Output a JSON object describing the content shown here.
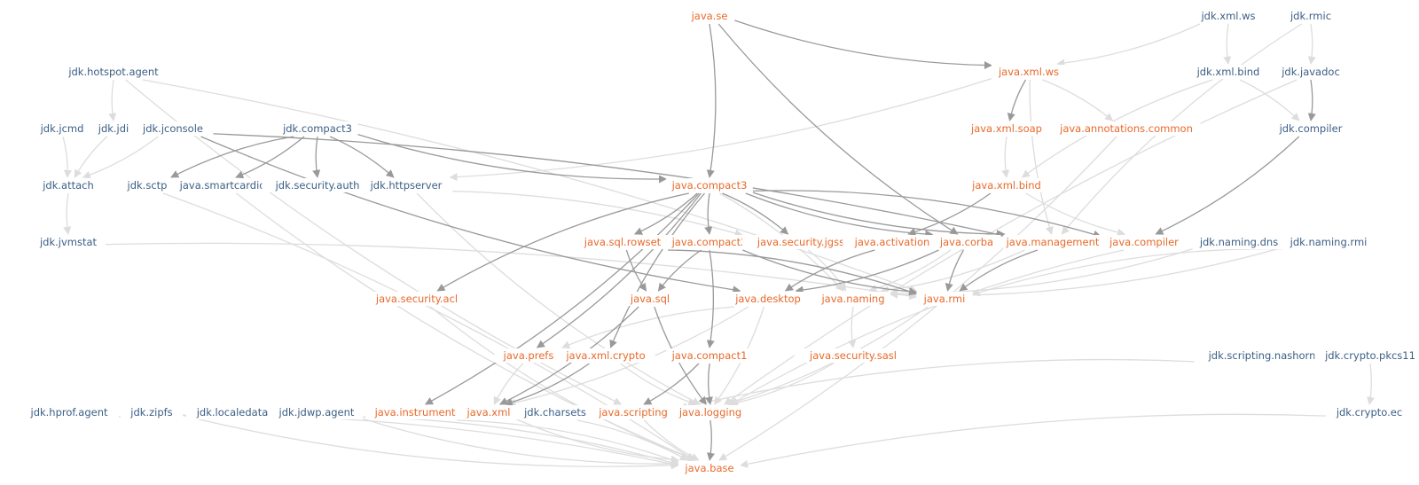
{
  "colors": {
    "java_module": "#e8692a",
    "jdk_module": "#3b5f85",
    "edge_strong": "#999999",
    "edge_weak": "#dddddd"
  },
  "nodes": [
    {
      "id": "java_se",
      "label": "java.se",
      "kind": "java"
    },
    {
      "id": "jdk_xml_ws",
      "label": "jdk.xml.ws",
      "kind": "jdk"
    },
    {
      "id": "jdk_rmic",
      "label": "jdk.rmic",
      "kind": "jdk"
    },
    {
      "id": "jdk_hotspot_agent",
      "label": "jdk.hotspot.agent",
      "kind": "jdk"
    },
    {
      "id": "java_xml_ws",
      "label": "java.xml.ws",
      "kind": "java"
    },
    {
      "id": "jdk_xml_bind",
      "label": "jdk.xml.bind",
      "kind": "jdk"
    },
    {
      "id": "jdk_javadoc",
      "label": "jdk.javadoc",
      "kind": "jdk"
    },
    {
      "id": "jdk_jcmd",
      "label": "jdk.jcmd",
      "kind": "jdk"
    },
    {
      "id": "jdk_jdi",
      "label": "jdk.jdi",
      "kind": "jdk"
    },
    {
      "id": "jdk_jconsole",
      "label": "jdk.jconsole",
      "kind": "jdk"
    },
    {
      "id": "jdk_compact3",
      "label": "jdk.compact3",
      "kind": "jdk"
    },
    {
      "id": "java_xml_soap",
      "label": "java.xml.soap",
      "kind": "java"
    },
    {
      "id": "java_annotations_common",
      "label": "java.annotations.common",
      "kind": "java"
    },
    {
      "id": "jdk_compiler",
      "label": "jdk.compiler",
      "kind": "jdk"
    },
    {
      "id": "jdk_attach",
      "label": "jdk.attach",
      "kind": "jdk"
    },
    {
      "id": "jdk_sctp",
      "label": "jdk.sctp",
      "kind": "jdk"
    },
    {
      "id": "java_smartcardio",
      "label": "java.smartcardio",
      "kind": "jdk"
    },
    {
      "id": "jdk_security_auth",
      "label": "jdk.security.auth",
      "kind": "jdk"
    },
    {
      "id": "jdk_httpserver",
      "label": "jdk.httpserver",
      "kind": "jdk"
    },
    {
      "id": "java_compact3",
      "label": "java.compact3",
      "kind": "java"
    },
    {
      "id": "java_xml_bind",
      "label": "java.xml.bind",
      "kind": "java"
    },
    {
      "id": "jdk_jvmstat",
      "label": "jdk.jvmstat",
      "kind": "jdk"
    },
    {
      "id": "java_sql_rowset",
      "label": "java.sql.rowset",
      "kind": "java"
    },
    {
      "id": "java_compact2",
      "label": "java.compact2",
      "kind": "java"
    },
    {
      "id": "java_security_jgss",
      "label": "java.security.jgss",
      "kind": "java"
    },
    {
      "id": "java_activation",
      "label": "java.activation",
      "kind": "java"
    },
    {
      "id": "java_corba",
      "label": "java.corba",
      "kind": "java"
    },
    {
      "id": "java_management",
      "label": "java.management",
      "kind": "java"
    },
    {
      "id": "java_compiler",
      "label": "java.compiler",
      "kind": "java"
    },
    {
      "id": "jdk_naming_dns",
      "label": "jdk.naming.dns",
      "kind": "jdk"
    },
    {
      "id": "jdk_naming_rmi",
      "label": "jdk.naming.rmi",
      "kind": "jdk"
    },
    {
      "id": "java_security_acl",
      "label": "java.security.acl",
      "kind": "java"
    },
    {
      "id": "java_sql",
      "label": "java.sql",
      "kind": "java"
    },
    {
      "id": "java_desktop",
      "label": "java.desktop",
      "kind": "java"
    },
    {
      "id": "java_naming",
      "label": "java.naming",
      "kind": "java"
    },
    {
      "id": "java_rmi",
      "label": "java.rmi",
      "kind": "java"
    },
    {
      "id": "java_prefs",
      "label": "java.prefs",
      "kind": "java"
    },
    {
      "id": "java_xml_crypto",
      "label": "java.xml.crypto",
      "kind": "java"
    },
    {
      "id": "java_compact1",
      "label": "java.compact1",
      "kind": "java"
    },
    {
      "id": "java_security_sasl",
      "label": "java.security.sasl",
      "kind": "java"
    },
    {
      "id": "jdk_scripting_nashorn",
      "label": "jdk.scripting.nashorn",
      "kind": "jdk"
    },
    {
      "id": "jdk_crypto_pkcs11",
      "label": "jdk.crypto.pkcs11",
      "kind": "jdk"
    },
    {
      "id": "jdk_hprof_agent",
      "label": "jdk.hprof.agent",
      "kind": "jdk"
    },
    {
      "id": "jdk_zipfs",
      "label": "jdk.zipfs",
      "kind": "jdk"
    },
    {
      "id": "jdk_localedata",
      "label": "jdk.localedata",
      "kind": "jdk"
    },
    {
      "id": "jdk_jdwp_agent",
      "label": "jdk.jdwp.agent",
      "kind": "jdk"
    },
    {
      "id": "java_instrument",
      "label": "java.instrument",
      "kind": "java"
    },
    {
      "id": "java_xml",
      "label": "java.xml",
      "kind": "java"
    },
    {
      "id": "jdk_charsets",
      "label": "jdk.charsets",
      "kind": "jdk"
    },
    {
      "id": "java_scripting",
      "label": "java.scripting",
      "kind": "java"
    },
    {
      "id": "java_logging",
      "label": "java.logging",
      "kind": "java"
    },
    {
      "id": "jdk_crypto_ec",
      "label": "jdk.crypto.ec",
      "kind": "jdk"
    },
    {
      "id": "java_base",
      "label": "java.base",
      "kind": "java"
    }
  ],
  "edges": [
    {
      "from": "java_se",
      "to": "java_xml_ws",
      "style": "strong"
    },
    {
      "from": "java_se",
      "to": "java_compact3",
      "style": "strong"
    },
    {
      "from": "java_se",
      "to": "java_corba",
      "style": "strong"
    },
    {
      "from": "jdk_xml_ws",
      "to": "java_xml_ws",
      "style": "weak"
    },
    {
      "from": "jdk_xml_ws",
      "to": "jdk_xml_bind",
      "style": "weak"
    },
    {
      "from": "jdk_rmic",
      "to": "jdk_javadoc",
      "style": "weak"
    },
    {
      "from": "jdk_rmic",
      "to": "java_management",
      "style": "weak"
    },
    {
      "from": "jdk_xml_bind",
      "to": "jdk_compiler",
      "style": "weak"
    },
    {
      "from": "jdk_xml_bind",
      "to": "java_xml_bind",
      "style": "weak"
    },
    {
      "from": "jdk_javadoc",
      "to": "jdk_compiler",
      "style": "strong"
    },
    {
      "from": "jdk_javadoc",
      "to": "java_logging",
      "style": "weak"
    },
    {
      "from": "jdk_compiler",
      "to": "java_compiler",
      "style": "strong"
    },
    {
      "from": "java_xml_ws",
      "to": "java_xml_soap",
      "style": "strong"
    },
    {
      "from": "java_xml_ws",
      "to": "java_annotations_common",
      "style": "weak"
    },
    {
      "from": "java_xml_ws",
      "to": "java_management",
      "style": "weak"
    },
    {
      "from": "java_xml_ws",
      "to": "jdk_httpserver",
      "style": "weak"
    },
    {
      "from": "java_xml_soap",
      "to": "java_xml_bind",
      "style": "weak"
    },
    {
      "from": "java_xml_bind",
      "to": "java_activation",
      "style": "strong"
    },
    {
      "from": "java_xml_bind",
      "to": "java_compiler",
      "style": "weak"
    },
    {
      "from": "java_annotations_common",
      "to": "java_base",
      "style": "weak"
    },
    {
      "from": "jdk_hotspot_agent",
      "to": "jdk_jdi",
      "style": "weak"
    },
    {
      "from": "jdk_hotspot_agent",
      "to": "java_rmi",
      "style": "weak"
    },
    {
      "from": "jdk_hotspot_agent",
      "to": "java_scripting",
      "style": "weak"
    },
    {
      "from": "jdk_jcmd",
      "to": "jdk_attach",
      "style": "weak"
    },
    {
      "from": "jdk_jdi",
      "to": "jdk_attach",
      "style": "weak"
    },
    {
      "from": "jdk_jconsole",
      "to": "jdk_attach",
      "style": "weak"
    },
    {
      "from": "jdk_jconsole",
      "to": "java_desktop",
      "style": "strong"
    },
    {
      "from": "jdk_jconsole",
      "to": "java_management",
      "style": "strong"
    },
    {
      "from": "jdk_attach",
      "to": "jdk_jvmstat",
      "style": "weak"
    },
    {
      "from": "jdk_jvmstat",
      "to": "java_rmi",
      "style": "weak"
    },
    {
      "from": "jdk_compact3",
      "to": "jdk_sctp",
      "style": "strong"
    },
    {
      "from": "jdk_compact3",
      "to": "java_smartcardio",
      "style": "strong"
    },
    {
      "from": "jdk_compact3",
      "to": "jdk_security_auth",
      "style": "strong"
    },
    {
      "from": "jdk_compact3",
      "to": "jdk_httpserver",
      "style": "strong"
    },
    {
      "from": "jdk_compact3",
      "to": "java_compact3",
      "style": "strong"
    },
    {
      "from": "jdk_sctp",
      "to": "java_base",
      "style": "weak"
    },
    {
      "from": "java_smartcardio",
      "to": "java_base",
      "style": "weak"
    },
    {
      "from": "jdk_security_auth",
      "to": "java_security_jgss",
      "style": "weak"
    },
    {
      "from": "jdk_httpserver",
      "to": "java_logging",
      "style": "weak"
    },
    {
      "from": "java_compact3",
      "to": "java_sql_rowset",
      "style": "strong"
    },
    {
      "from": "java_compact3",
      "to": "java_compact2",
      "style": "strong"
    },
    {
      "from": "java_compact3",
      "to": "java_security_jgss",
      "style": "strong"
    },
    {
      "from": "java_compact3",
      "to": "java_management",
      "style": "strong"
    },
    {
      "from": "java_compact3",
      "to": "java_compiler",
      "style": "strong"
    },
    {
      "from": "java_compact3",
      "to": "java_security_acl",
      "style": "strong"
    },
    {
      "from": "java_compact3",
      "to": "java_prefs",
      "style": "strong"
    },
    {
      "from": "java_compact3",
      "to": "java_xml_crypto",
      "style": "strong"
    },
    {
      "from": "java_compact3",
      "to": "java_instrument",
      "style": "strong"
    },
    {
      "from": "java_compact3",
      "to": "java_corba",
      "style": "strong"
    },
    {
      "from": "java_compact3",
      "to": "java_naming",
      "style": "weak"
    },
    {
      "from": "java_sql_rowset",
      "to": "java_sql",
      "style": "strong"
    },
    {
      "from": "java_sql_rowset",
      "to": "java_rmi",
      "style": "strong"
    },
    {
      "from": "java_compact2",
      "to": "java_sql",
      "style": "strong"
    },
    {
      "from": "java_compact2",
      "to": "java_compact1",
      "style": "strong"
    },
    {
      "from": "java_compact2",
      "to": "java_rmi",
      "style": "strong"
    },
    {
      "from": "java_security_jgss",
      "to": "java_naming",
      "style": "weak"
    },
    {
      "from": "java_activation",
      "to": "java_desktop",
      "style": "strong"
    },
    {
      "from": "java_corba",
      "to": "java_desktop",
      "style": "strong"
    },
    {
      "from": "java_corba",
      "to": "java_rmi",
      "style": "strong"
    },
    {
      "from": "java_corba",
      "to": "java_naming",
      "style": "weak"
    },
    {
      "from": "java_management",
      "to": "java_rmi",
      "style": "strong"
    },
    {
      "from": "java_management",
      "to": "java_naming",
      "style": "weak"
    },
    {
      "from": "java_compiler",
      "to": "java_logging",
      "style": "weak"
    },
    {
      "from": "jdk_naming_dns",
      "to": "java_naming",
      "style": "weak"
    },
    {
      "from": "jdk_naming_rmi",
      "to": "java_rmi",
      "style": "weak"
    },
    {
      "from": "jdk_naming_rmi",
      "to": "java_naming",
      "style": "weak"
    },
    {
      "from": "java_security_acl",
      "to": "java_base",
      "style": "weak"
    },
    {
      "from": "java_sql",
      "to": "java_xml",
      "style": "strong"
    },
    {
      "from": "java_sql",
      "to": "java_logging",
      "style": "strong"
    },
    {
      "from": "java_desktop",
      "to": "java_xml",
      "style": "weak"
    },
    {
      "from": "java_desktop",
      "to": "java_prefs",
      "style": "weak"
    },
    {
      "from": "java_desktop",
      "to": "java_logging",
      "style": "weak"
    },
    {
      "from": "java_naming",
      "to": "java_security_sasl",
      "style": "weak"
    },
    {
      "from": "java_rmi",
      "to": "java_logging",
      "style": "weak"
    },
    {
      "from": "java_prefs",
      "to": "java_xml",
      "style": "weak"
    },
    {
      "from": "java_xml_crypto",
      "to": "java_xml",
      "style": "strong"
    },
    {
      "from": "java_xml_crypto",
      "to": "java_logging",
      "style": "weak"
    },
    {
      "from": "java_compact1",
      "to": "java_scripting",
      "style": "strong"
    },
    {
      "from": "java_compact1",
      "to": "java_logging",
      "style": "strong"
    },
    {
      "from": "java_security_sasl",
      "to": "java_logging",
      "style": "weak"
    },
    {
      "from": "jdk_scripting_nashorn",
      "to": "java_scripting",
      "style": "weak"
    },
    {
      "from": "jdk_crypto_pkcs11",
      "to": "jdk_crypto_ec",
      "style": "weak"
    },
    {
      "from": "jdk_crypto_ec",
      "to": "java_base",
      "style": "weak"
    },
    {
      "from": "jdk_hprof_agent",
      "to": "java_base",
      "style": "weak"
    },
    {
      "from": "jdk_zipfs",
      "to": "java_base",
      "style": "weak"
    },
    {
      "from": "jdk_localedata",
      "to": "java_base",
      "style": "weak"
    },
    {
      "from": "jdk_jdwp_agent",
      "to": "java_base",
      "style": "weak"
    },
    {
      "from": "java_instrument",
      "to": "java_base",
      "style": "weak"
    },
    {
      "from": "java_xml",
      "to": "java_base",
      "style": "weak"
    },
    {
      "from": "jdk_charsets",
      "to": "java_base",
      "style": "weak"
    },
    {
      "from": "java_scripting",
      "to": "java_base",
      "style": "weak"
    },
    {
      "from": "java_logging",
      "to": "java_base",
      "style": "strong"
    }
  ]
}
